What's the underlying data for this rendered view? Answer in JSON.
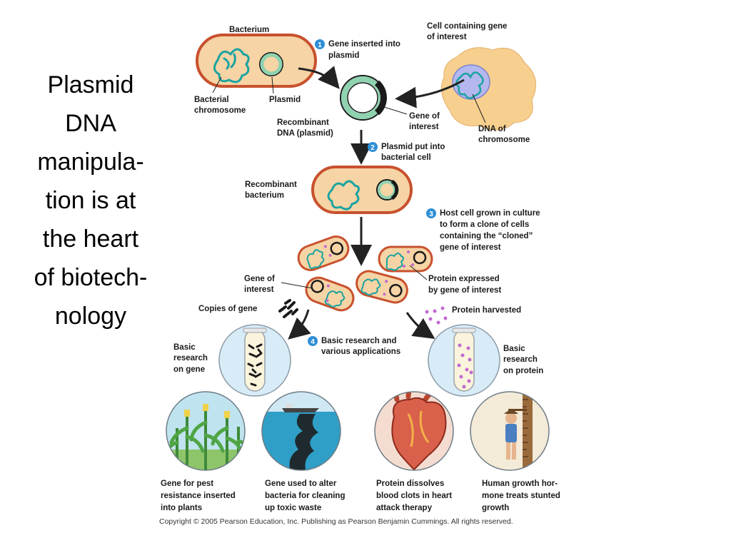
{
  "title_lines": [
    "Plasmid",
    "DNA",
    "manipula-",
    "tion is at",
    "the heart",
    "of biotech-",
    "nology"
  ],
  "labels": {
    "bacterium": "Bacterium",
    "bacterial_chromosome": [
      "Bacterial",
      "chromosome"
    ],
    "plasmid": "Plasmid",
    "recombinant_dna": [
      "Recombinant",
      "DNA (plasmid)"
    ],
    "gene_of_interest_top": [
      "Gene of",
      "interest"
    ],
    "cell_containing_gene": [
      "Cell containing gene",
      "of interest"
    ],
    "dna_of_chromosome": [
      "DNA of",
      "chromosome"
    ],
    "recombinant_bacterium": [
      "Recombinant",
      "bacterium"
    ],
    "gene_of_interest_mid": [
      "Gene of",
      "interest"
    ],
    "protein_expressed": [
      "Protein expressed",
      "by gene of interest"
    ],
    "copies_of_gene": "Copies of gene",
    "protein_harvested": "Protein harvested",
    "basic_research_gene": [
      "Basic",
      "research",
      "on gene"
    ],
    "basic_research_protein": [
      "Basic",
      "research",
      "on protein"
    ]
  },
  "steps": [
    {
      "num": "1",
      "lines": [
        "Gene inserted into",
        "plasmid"
      ]
    },
    {
      "num": "2",
      "lines": [
        "Plasmid put into",
        "bacterial cell"
      ]
    },
    {
      "num": "3",
      "lines": [
        "Host cell grown in culture",
        "to form a clone of cells",
        "containing the “cloned”",
        "gene of interest"
      ]
    },
    {
      "num": "4",
      "lines": [
        "Basic research and",
        "various applications"
      ]
    }
  ],
  "applications": [
    {
      "lines": [
        "Gene for pest",
        "resistance inserted",
        "into plants"
      ]
    },
    {
      "lines": [
        "Gene used to alter",
        "bacteria for cleaning",
        "up toxic waste"
      ]
    },
    {
      "lines": [
        "Protein dissolves",
        "blood clots in heart",
        "attack therapy"
      ]
    },
    {
      "lines": [
        "Human growth hor-",
        "mone treats stunted",
        "growth"
      ]
    }
  ],
  "copyright": "Copyright ©  2005 Pearson Education, Inc. Publishing as Pearson Benjamin Cummings. All rights reserved.",
  "colors": {
    "cell_fill": "#f6d4a5",
    "cell_edge": "#c8512e",
    "dna": "#1aa3a0",
    "plasmid_green": "#8fd2b0",
    "gene_black": "#1a1a1a",
    "euk_cell": "#f7cf8e",
    "nucleus": "#b4b8ee",
    "circle_bg": "#d8ecf8",
    "protein": "#c06ad0",
    "step_badge": "#2e8fd6"
  }
}
